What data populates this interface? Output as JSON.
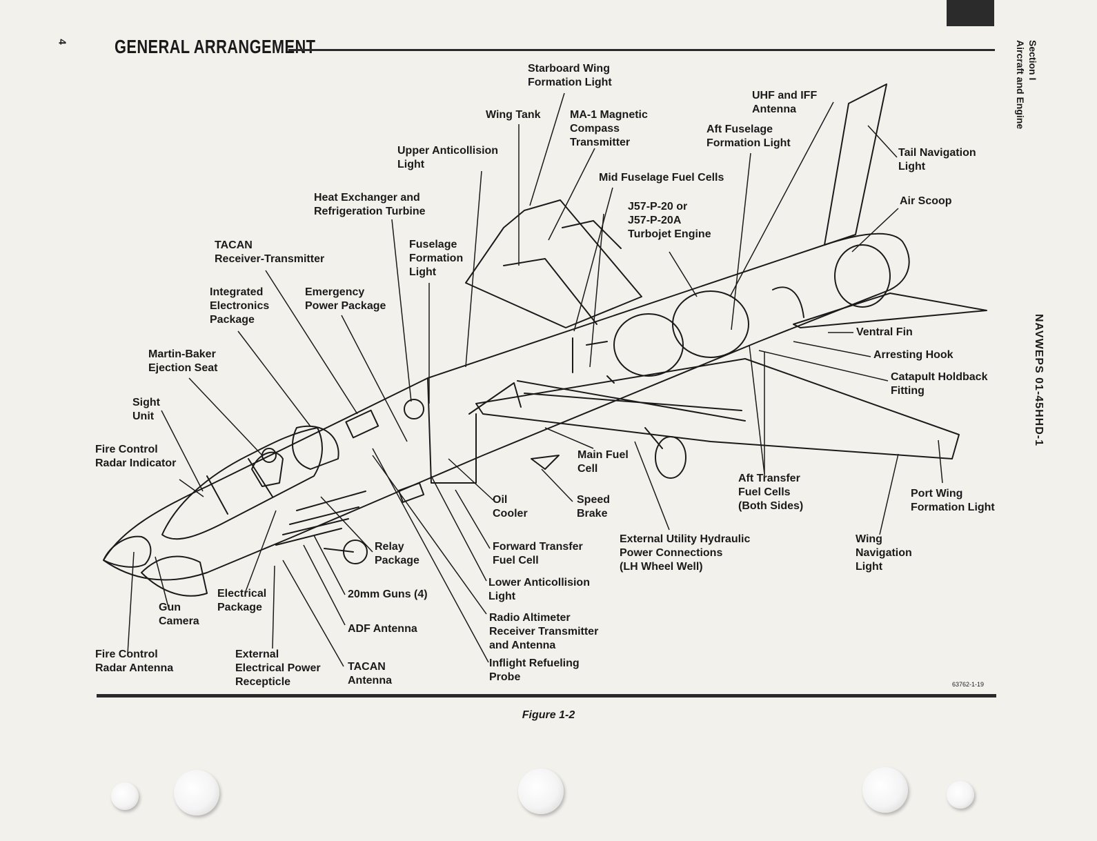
{
  "header": {
    "page_number": "4",
    "title": "GENERAL ARRANGEMENT",
    "section_line1": "Section I",
    "section_line2": "Aircraft and Engine",
    "document_id": "NAVWEPS 01-45HHD-1"
  },
  "labels": {
    "starboard_wing_formation_light": "Starboard Wing\nFormation Light",
    "wing_tank": "Wing Tank",
    "ma1_compass": "MA-1 Magnetic\nCompass\nTransmitter",
    "uhf_iff_antenna": "UHF and IFF\nAntenna",
    "aft_fuselage_formation_light": "Aft Fuselage\nFormation Light",
    "tail_navigation_light": "Tail Navigation\nLight",
    "upper_anticollision_light": "Upper Anticollision\nLight",
    "mid_fuselage_fuel_cells": "Mid Fuselage Fuel Cells",
    "air_scoop": "Air Scoop",
    "heat_exchanger": "Heat Exchanger and\nRefrigeration Turbine",
    "engine": "J57-P-20 or\nJ57-P-20A\nTurbojet Engine",
    "tacan_rt": "TACAN\nReceiver-Transmitter",
    "fuselage_formation_light": "Fuselage\nFormation\nLight",
    "integrated_electronics": "Integrated\nElectronics\nPackage",
    "emergency_power": "Emergency\nPower Package",
    "ventral_fin": "Ventral Fin",
    "arresting_hook": "Arresting Hook",
    "catapult_holdback": "Catapult Holdback\nFitting",
    "ejection_seat": "Martin-Baker\nEjection Seat",
    "sight_unit": "Sight\nUnit",
    "fire_control_radar_indicator": "Fire Control\nRadar Indicator",
    "main_fuel_cell": "Main Fuel\nCell",
    "aft_transfer_fuel_cells": "Aft Transfer\nFuel Cells\n(Both Sides)",
    "port_wing_formation_light": "Port Wing\nFormation Light",
    "oil_cooler": "Oil\nCooler",
    "speed_brake": "Speed\nBrake",
    "relay_package": "Relay\nPackage",
    "forward_transfer_fuel_cell": "Forward Transfer\nFuel Cell",
    "external_utility_hydraulic": "External Utility Hydraulic\nPower Connections\n(LH Wheel Well)",
    "wing_navigation_light": "Wing\nNavigation\nLight",
    "lower_anticollision_light": "Lower Anticollision\nLight",
    "electrical_package": "Electrical\nPackage",
    "gun_camera": "Gun\nCamera",
    "guns": "20mm Guns (4)",
    "radio_altimeter": "Radio Altimeter\nReceiver Transmitter\nand Antenna",
    "adf_antenna": "ADF Antenna",
    "fire_control_radar_antenna": "Fire Control\nRadar Antenna",
    "external_electrical_power": "External\nElectrical Power\nRecepticle",
    "tacan_antenna": "TACAN\nAntenna",
    "inflight_refueling_probe": "Inflight Refueling\nProbe"
  },
  "footer": {
    "drawing_number": "63762-1-19",
    "caption": "Figure 1-2"
  }
}
